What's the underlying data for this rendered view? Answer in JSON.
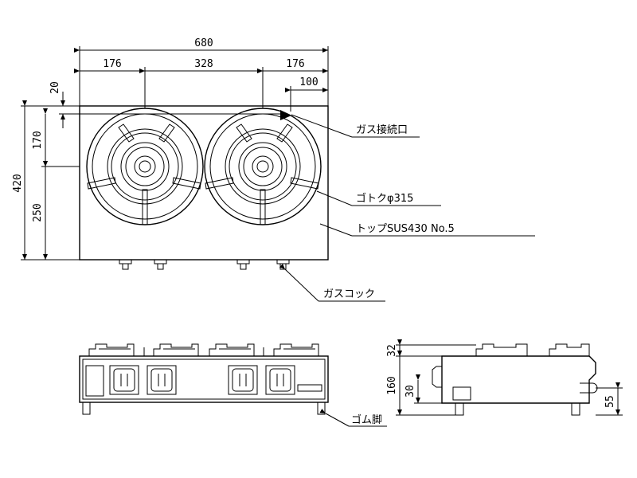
{
  "dimensions": {
    "overall_width": "680",
    "left_offset": "176",
    "center_span": "328",
    "right_offset": "176",
    "inlet_offset": "100",
    "inlet_depth": "20",
    "depth_total": "420",
    "depth_front": "170",
    "depth_rear": "250",
    "side_top": "32",
    "side_height": "160",
    "side_small": "30",
    "side_inlet_height": "55"
  },
  "callouts": {
    "gas_inlet": "ガス接続口",
    "trivet": "ゴトクφ315",
    "top_material": "トップSUS430 No.5",
    "gas_cock": "ガスコック",
    "rubber_foot": "ゴム脚"
  }
}
